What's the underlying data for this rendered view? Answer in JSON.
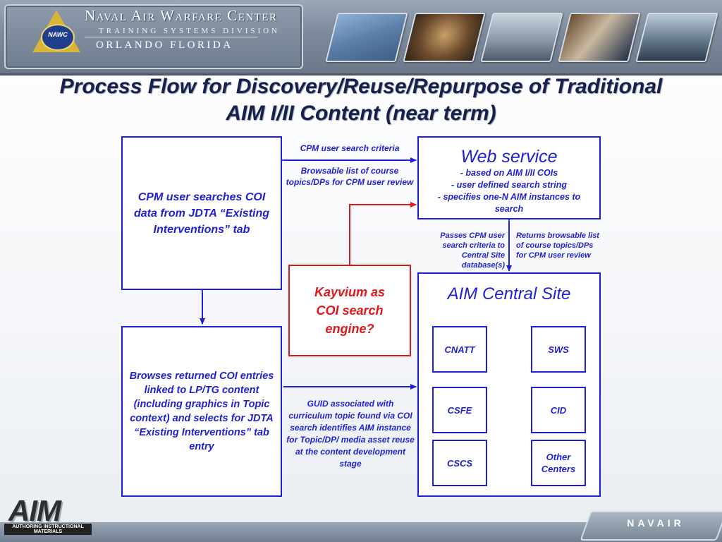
{
  "header": {
    "org_name": "Naval Air Warfare Center",
    "division": "TRAINING SYSTEMS DIVISION",
    "location": "ORLANDO FLORIDA",
    "logo_text": "NAWC",
    "thumbnails": [
      "jet-image",
      "pilot-image",
      "ship-image",
      "sailors-image",
      "submarine-image"
    ]
  },
  "title": "Process Flow for Discovery/Reuse/Repurpose of Traditional AIM I/II Content (near term)",
  "boxes": {
    "cpm_search": "CPM user searches COI data from JDTA “Existing Interventions” tab",
    "browse_returned": "Browses returned COI entries linked to LP/TG content (including graphics in Topic context) and selects for JDTA “Existing Interventions” tab entry",
    "kayvium": "Kayvium as COI search engine?",
    "web_service": {
      "title": "Web service",
      "lines": [
        "- based on AIM I/II COIs",
        "- user defined search string",
        "- specifies one-N AIM instances to search"
      ]
    },
    "aim_central": {
      "title": "AIM Central Site",
      "sites": [
        "CNATT",
        "SWS",
        "CSFE",
        "CID",
        "CSCS",
        "Other Centers"
      ]
    }
  },
  "labels": {
    "search_criteria": "CPM user search criteria",
    "browsable_list": "Browsable list of course topics/DPs for CPM user review",
    "passes_criteria": "Passes CPM user search criteria to Central Site database(s)",
    "returns_list": "Returns browsable list of course topics/DPs for CPM user review",
    "guid_note": "GUID associated with curriculum topic found via COI search identifies AIM instance for Topic/DP/ media asset reuse at the content development stage"
  },
  "footer": {
    "aim_logo": "AIM",
    "aim_tagline": "AUTHORING INSTRUCTIONAL MATERIALS",
    "navair": "NAVAIR"
  },
  "colors": {
    "primary_blue": "#1f1fd8",
    "accent_red": "#e0181c",
    "title_navy": "#17204a"
  }
}
